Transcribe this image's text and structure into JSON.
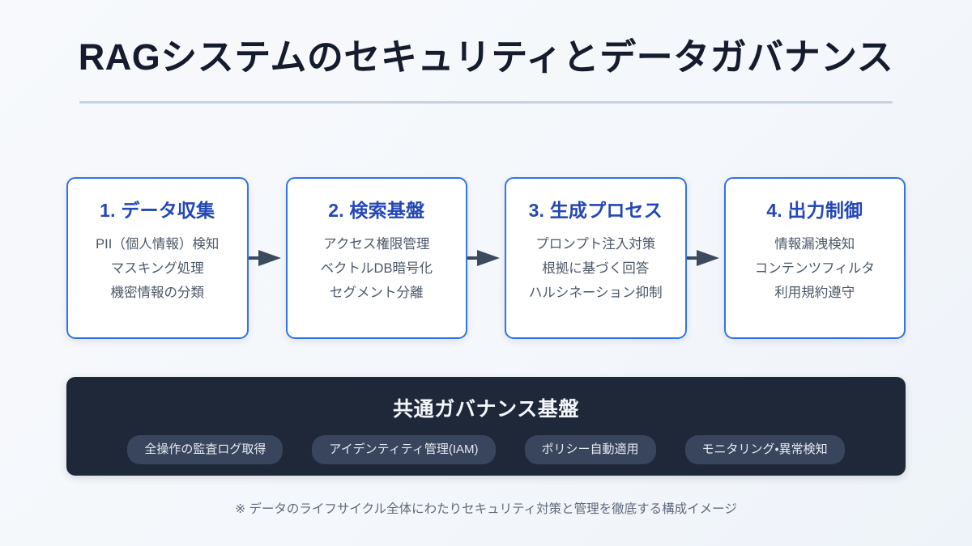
{
  "page": {
    "title": "RAGシステムのセキュリティとデータガバナンス",
    "background_color": "#f6f8fb",
    "accent_border_color": "#3073ea",
    "heading_color": "#2347b6",
    "body_text_color": "#4c5868",
    "panel_color": "#1e2839",
    "pill_color": "#38455c",
    "divider_color": "#c8d2de"
  },
  "flow": {
    "arrow_icon": "arrow-right-icon",
    "arrow_color": "#3c4a5e",
    "steps": [
      {
        "title": "1. データ収集",
        "items": [
          "PII（個人情報）検知",
          "マスキング処理",
          "機密情報の分類"
        ]
      },
      {
        "title": "2. 検索基盤",
        "items": [
          "アクセス権限管理",
          "ベクトルDB暗号化",
          "セグメント分離"
        ]
      },
      {
        "title": "3. 生成プロセス",
        "items": [
          "プロンプト注入対策",
          "根拠に基づく回答",
          "ハルシネーション抑制"
        ]
      },
      {
        "title": "4. 出力制御",
        "items": [
          "情報漏洩検知",
          "コンテンツフィルタ",
          "利用規約遵守"
        ]
      }
    ]
  },
  "governance": {
    "title": "共通ガバナンス基盤",
    "pills": [
      "全操作の監査ログ取得",
      "アイデンティティ管理(IAM)",
      "ポリシー自動適用",
      "モニタリング・異常検知"
    ]
  },
  "footnote": "※ データのライフサイクル全体にわたりセキュリティ対策と管理を徹底する構成イメージ"
}
